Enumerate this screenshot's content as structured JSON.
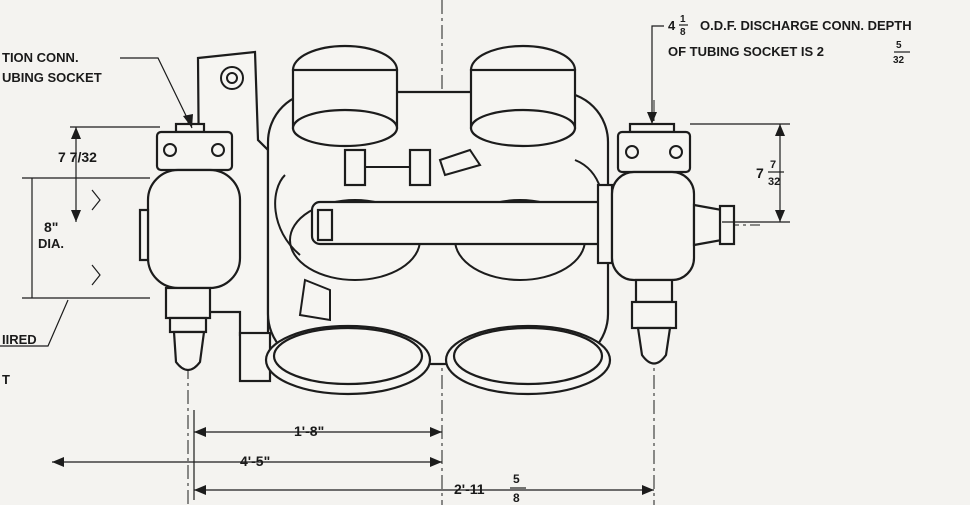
{
  "drawing": {
    "callouts": {
      "suction_line1": "TION CONN.",
      "suction_line2": "UBING SOCKET",
      "discharge_prefix": "4",
      "discharge_frac_num": "1",
      "discharge_frac_den": "8",
      "discharge_text": "O.D.F. DISCHARGE CONN. DEPTH",
      "discharge_line2": "OF TUBING SOCKET IS 2",
      "discharge_frac2_num": "5",
      "discharge_frac2_den": "32",
      "required": "IIRED",
      "t_fragment": "T"
    },
    "dimensions": {
      "left_height": "7 7/32",
      "dia_top": "8\"",
      "dia_bottom": "DIA.",
      "right_height_whole": "7",
      "right_height_num": "7",
      "right_height_den": "32",
      "span_1_8": "1'-8\"",
      "span_4_5": "4'-5\"",
      "span_2_11_whole": "2'-11",
      "span_2_11_num": "5",
      "span_2_11_den": "8"
    }
  }
}
